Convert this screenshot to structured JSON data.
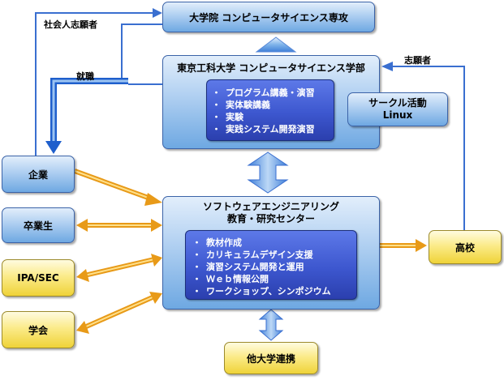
{
  "nodes": {
    "grad_school": "大学院 コンピュータサイエンス専攻",
    "undergrad": "東京工科大学 コンピュータサイエンス学部",
    "undergrad_items": [
      "プログラム講義・演習",
      "実体験講義",
      "実験",
      "実践システム開発演習"
    ],
    "circle": [
      "サークル活動",
      "Linux"
    ],
    "center_lines": [
      "ソフトウェアエンジニアリング",
      "教育・研究センター"
    ],
    "center_items": [
      "教材作成",
      "カリキュラムデザイン支援",
      "演習システム開発と運用",
      "Ｗｅｂ情報公開",
      "ワークショップ、シンポジウム"
    ],
    "company": "企業",
    "alumni": "卒業生",
    "ipa": "IPA/SEC",
    "academic": "学会",
    "highschool": "高校",
    "other_univ": "他大学連携"
  },
  "labels": {
    "working_applicants": "社会人志願者",
    "employment": "就職",
    "applicants": "志願者"
  },
  "colors": {
    "blue_box": "#6ea8e2",
    "yellow_box": "#efd338",
    "inner_box": "#3d57cf",
    "arrow_blue": "#2f6fd6",
    "arrow_orange": "#f0a020"
  }
}
